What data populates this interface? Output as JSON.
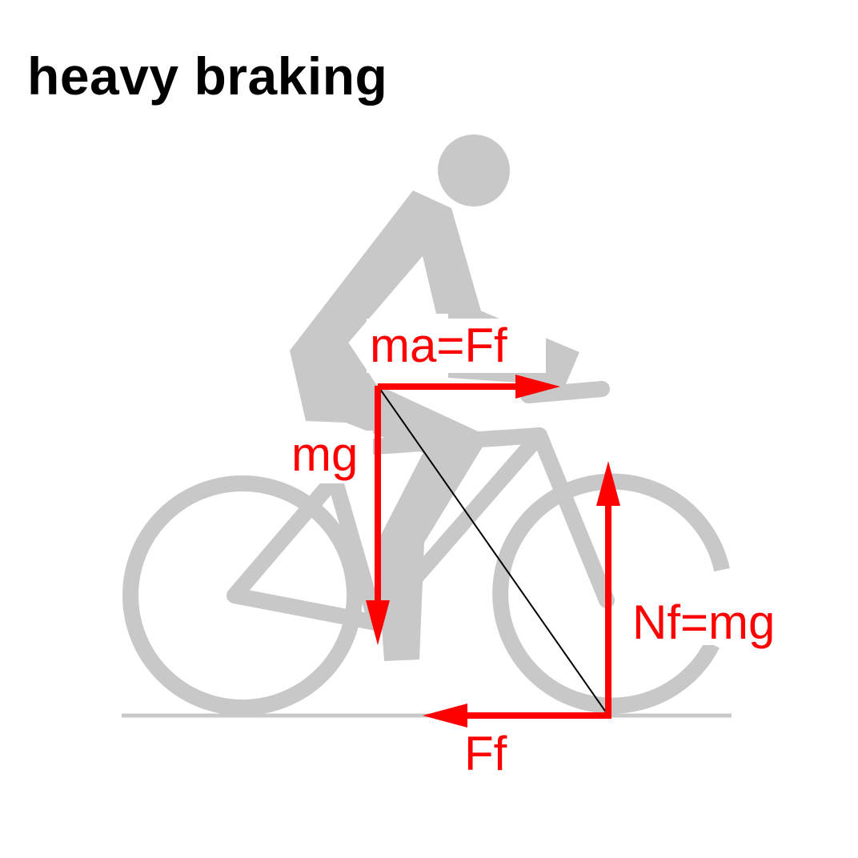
{
  "title": "heavy braking",
  "colors": {
    "background": "#ffffff",
    "title": "#000000",
    "silhouette": "#c8c8c8",
    "force": "#ff0000",
    "resultant_line": "#000000"
  },
  "forces": {
    "inertial": "ma=Ff",
    "weight": "mg",
    "normal_front": "Nf=mg",
    "friction_front": "Ff"
  }
}
